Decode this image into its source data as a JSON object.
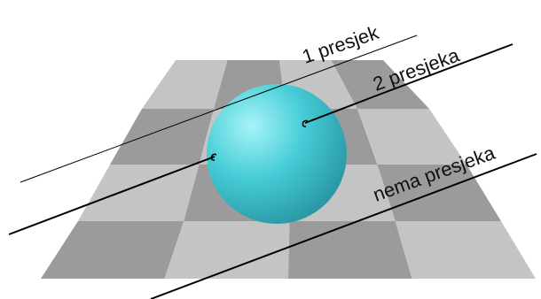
{
  "labels": {
    "one_intersection": "1 presjek",
    "two_intersections": "2 presjeka",
    "no_intersection": "nema presjeka"
  },
  "colors": {
    "tile_light": "#c4c4c4",
    "tile_dark": "#9b9b9b",
    "sphere_highlight": "#a6f4f7",
    "sphere_mid": "#45ccd6",
    "sphere_shadow": "#238a98",
    "ray": "#000000"
  },
  "checkerboard": {
    "rows": 4,
    "columns": 4
  }
}
